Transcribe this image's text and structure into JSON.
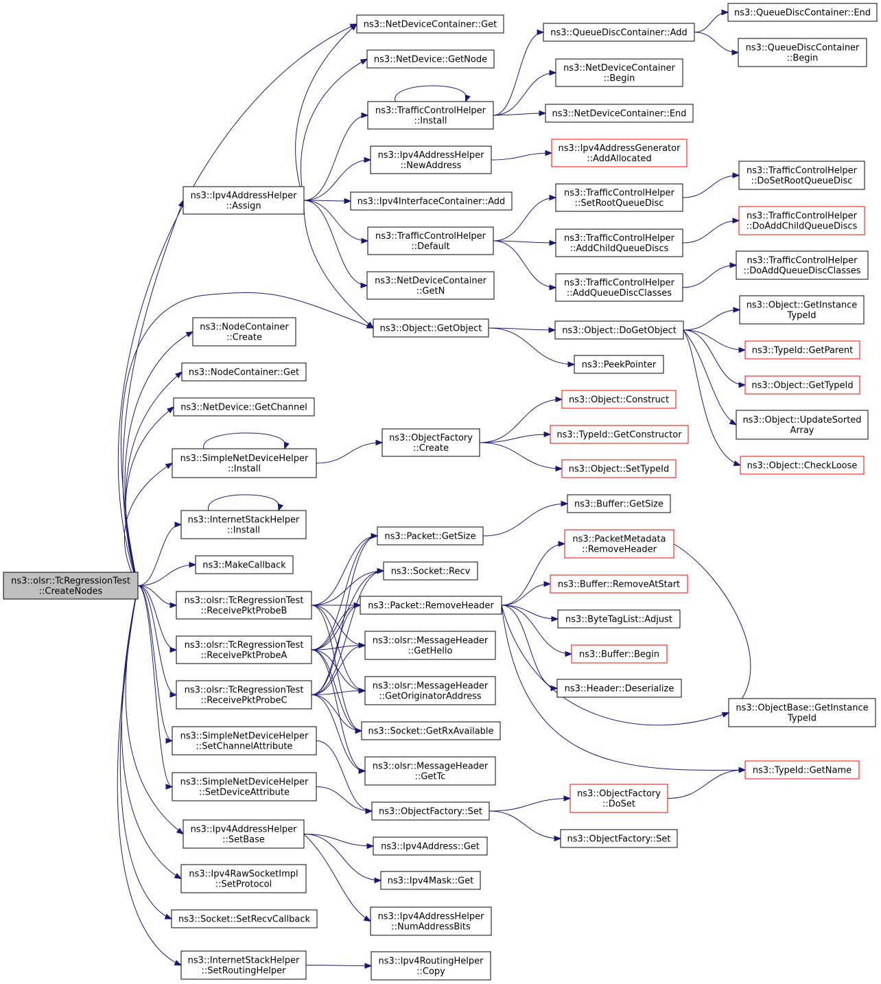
{
  "colors": {
    "edge": "#191970",
    "node_border": "#000000",
    "node_border_truncated": "#ff0000",
    "root_fill": "#bfbfbf"
  },
  "nodes": [
    {
      "id": "root",
      "lines": [
        "ns3::olsr::TcRegressionTest",
        "::CreateNodes"
      ]
    },
    {
      "id": "ndc_get",
      "lines": [
        "ns3::NetDeviceContainer::Get"
      ]
    },
    {
      "id": "nd_getnode",
      "lines": [
        "ns3::NetDevice::GetNode"
      ]
    },
    {
      "id": "tch_install",
      "lines": [
        "ns3::TrafficControlHelper",
        "::Install"
      ]
    },
    {
      "id": "ipv4ah_newaddr",
      "lines": [
        "ns3::Ipv4AddressHelper",
        "::NewAddress"
      ]
    },
    {
      "id": "ipv4ah_assign",
      "lines": [
        "ns3::Ipv4AddressHelper",
        "::Assign"
      ]
    },
    {
      "id": "ipv4ic_add",
      "lines": [
        "ns3::Ipv4InterfaceContainer::Add"
      ]
    },
    {
      "id": "tch_default",
      "lines": [
        "ns3::TrafficControlHelper",
        "::Default"
      ]
    },
    {
      "id": "ndc_getn",
      "lines": [
        "ns3::NetDeviceContainer",
        "::GetN"
      ]
    },
    {
      "id": "obj_getobject",
      "lines": [
        "ns3::Object::GetObject"
      ]
    },
    {
      "id": "qdc_add",
      "lines": [
        "ns3::QueueDiscContainer::Add"
      ]
    },
    {
      "id": "qdc_end",
      "lines": [
        "ns3::QueueDiscContainer::End"
      ]
    },
    {
      "id": "qdc_begin",
      "lines": [
        "ns3::QueueDiscContainer",
        "::Begin"
      ]
    },
    {
      "id": "ndc_begin",
      "lines": [
        "ns3::NetDeviceContainer",
        "::Begin"
      ]
    },
    {
      "id": "ndc_end",
      "lines": [
        "ns3::NetDeviceContainer::End"
      ]
    },
    {
      "id": "ipv4ag_addalloc",
      "lines": [
        "ns3::Ipv4AddressGenerator",
        "::AddAllocated"
      ]
    },
    {
      "id": "tch_setroot",
      "lines": [
        "ns3::TrafficControlHelper",
        "::SetRootQueueDisc"
      ]
    },
    {
      "id": "tch_dosetroot",
      "lines": [
        "ns3::TrafficControlHelper",
        "::DoSetRootQueueDisc"
      ]
    },
    {
      "id": "tch_addchild",
      "lines": [
        "ns3::TrafficControlHelper",
        "::AddChildQueueDiscs"
      ]
    },
    {
      "id": "tch_doaddchild",
      "lines": [
        "ns3::TrafficControlHelper",
        "::DoAddChildQueueDiscs"
      ]
    },
    {
      "id": "tch_addqdclasses",
      "lines": [
        "ns3::TrafficControlHelper",
        "::AddQueueDiscClasses"
      ]
    },
    {
      "id": "tch_doaddqdclasses",
      "lines": [
        "ns3::TrafficControlHelper",
        "::DoAddQueueDiscClasses"
      ]
    },
    {
      "id": "obj_dogetobject",
      "lines": [
        "ns3::Object::DoGetObject"
      ]
    },
    {
      "id": "obj_getinsttid",
      "lines": [
        "ns3::Object::GetInstance",
        "TypeId"
      ]
    },
    {
      "id": "tid_getparent",
      "lines": [
        "ns3::TypeId::GetParent"
      ]
    },
    {
      "id": "obj_gettypeid",
      "lines": [
        "ns3::Object::GetTypeId"
      ]
    },
    {
      "id": "obj_updsorted",
      "lines": [
        "ns3::Object::UpdateSorted",
        "Array"
      ]
    },
    {
      "id": "obj_checkloose",
      "lines": [
        "ns3::Object::CheckLoose"
      ]
    },
    {
      "id": "peekpointer",
      "lines": [
        "ns3::PeekPointer"
      ]
    },
    {
      "id": "nc_create",
      "lines": [
        "ns3::NodeContainer",
        "::Create"
      ]
    },
    {
      "id": "nc_get",
      "lines": [
        "ns3::NodeContainer::Get"
      ]
    },
    {
      "id": "nd_getchannel",
      "lines": [
        "ns3::NetDevice::GetChannel"
      ]
    },
    {
      "id": "sndh_install",
      "lines": [
        "ns3::SimpleNetDeviceHelper",
        "::Install"
      ]
    },
    {
      "id": "of_create",
      "lines": [
        "ns3::ObjectFactory",
        "::Create"
      ]
    },
    {
      "id": "obj_construct",
      "lines": [
        "ns3::Object::Construct"
      ]
    },
    {
      "id": "tid_getctor",
      "lines": [
        "ns3::TypeId::GetConstructor"
      ]
    },
    {
      "id": "obj_settypeid",
      "lines": [
        "ns3::Object::SetTypeId"
      ]
    },
    {
      "id": "ish_install",
      "lines": [
        "ns3::InternetStackHelper",
        "::Install"
      ]
    },
    {
      "id": "makecallback",
      "lines": [
        "ns3::MakeCallback"
      ]
    },
    {
      "id": "buf_getsize",
      "lines": [
        "ns3::Buffer::GetSize"
      ]
    },
    {
      "id": "pkt_getsize",
      "lines": [
        "ns3::Packet::GetSize"
      ]
    },
    {
      "id": "pm_removeheader",
      "lines": [
        "ns3::PacketMetadata",
        "::RemoveHeader"
      ]
    },
    {
      "id": "sock_recv",
      "lines": [
        "ns3::Socket::Recv"
      ]
    },
    {
      "id": "buf_removeatstart",
      "lines": [
        "ns3::Buffer::RemoveAtStart"
      ]
    },
    {
      "id": "rpb",
      "lines": [
        "ns3::olsr::TcRegressionTest",
        "::ReceivePktProbeB"
      ]
    },
    {
      "id": "pkt_removeheader",
      "lines": [
        "ns3::Packet::RemoveHeader"
      ]
    },
    {
      "id": "btl_adjust",
      "lines": [
        "ns3::ByteTagList::Adjust"
      ]
    },
    {
      "id": "rpa",
      "lines": [
        "ns3::olsr::TcRegressionTest",
        "::ReceivePktProbeA"
      ]
    },
    {
      "id": "mh_gethello",
      "lines": [
        "ns3::olsr::MessageHeader",
        "::GetHello"
      ]
    },
    {
      "id": "buf_begin",
      "lines": [
        "ns3::Buffer::Begin"
      ]
    },
    {
      "id": "hdr_deserialize",
      "lines": [
        "ns3::Header::Deserialize"
      ]
    },
    {
      "id": "rpc",
      "lines": [
        "ns3::olsr::TcRegressionTest",
        "::ReceivePktProbeC"
      ]
    },
    {
      "id": "mh_getorig",
      "lines": [
        "ns3::olsr::MessageHeader",
        "::GetOriginatorAddress"
      ]
    },
    {
      "id": "ob_getinsttid",
      "lines": [
        "ns3::ObjectBase::GetInstance",
        "TypeId"
      ]
    },
    {
      "id": "sock_getrxavail",
      "lines": [
        "ns3::Socket::GetRxAvailable"
      ]
    },
    {
      "id": "sndh_setchan",
      "lines": [
        "ns3::SimpleNetDeviceHelper",
        "::SetChannelAttribute"
      ]
    },
    {
      "id": "mh_gettc",
      "lines": [
        "ns3::olsr::MessageHeader",
        "::GetTc"
      ]
    },
    {
      "id": "tid_getname",
      "lines": [
        "ns3::TypeId::GetName"
      ]
    },
    {
      "id": "sndh_setdev",
      "lines": [
        "ns3::SimpleNetDeviceHelper",
        "::SetDeviceAttribute"
      ]
    },
    {
      "id": "of_doset",
      "lines": [
        "ns3::ObjectFactory",
        "::DoSet"
      ]
    },
    {
      "id": "of_set",
      "lines": [
        "ns3::ObjectFactory::Set"
      ]
    },
    {
      "id": "of_set2",
      "lines": [
        "ns3::ObjectFactory::Set"
      ]
    },
    {
      "id": "ipv4ah_setbase",
      "lines": [
        "ns3::Ipv4AddressHelper",
        "::SetBase"
      ]
    },
    {
      "id": "ipv4addr_get",
      "lines": [
        "ns3::Ipv4Address::Get"
      ]
    },
    {
      "id": "ipv4mask_get",
      "lines": [
        "ns3::Ipv4Mask::Get"
      ]
    },
    {
      "id": "ipv4raw_setproto",
      "lines": [
        "ns3::Ipv4RawSocketImpl",
        "::SetProtocol"
      ]
    },
    {
      "id": "ipv4ah_numbits",
      "lines": [
        "ns3::Ipv4AddressHelper",
        "::NumAddressBits"
      ]
    },
    {
      "id": "sock_setrecvcb",
      "lines": [
        "ns3::Socket::SetRecvCallback"
      ]
    },
    {
      "id": "ish_setrouting",
      "lines": [
        "ns3::InternetStackHelper",
        "::SetRoutingHelper"
      ]
    },
    {
      "id": "ipv4rh_copy",
      "lines": [
        "ns3::Ipv4RoutingHelper",
        "::Copy"
      ]
    }
  ]
}
